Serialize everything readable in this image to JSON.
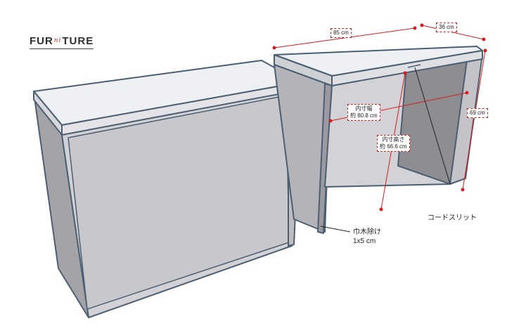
{
  "logo": {
    "part1": "FUR",
    "part2": "ni",
    "part3": "TURE"
  },
  "dimensions": {
    "depth_label": "85 cm",
    "width_label": "36 cm",
    "height_label": "69 cm",
    "inner_width_label_line1": "内寸幅",
    "inner_width_label_line2": "約 80.8 cm",
    "inner_height_label_line1": "内寸高さ",
    "inner_height_label_line2": "約 66.6 cm"
  },
  "annotations": {
    "cord_slit": "コードスリット",
    "baseboard_line1": "巾木除け",
    "baseboard_line2": "1x5 cm"
  },
  "colors": {
    "outline": "#4b5f73",
    "top_face": "#eef0f3",
    "side_light": "#d6d6da",
    "side_dark": "#9b9b9e",
    "dimension_red": "#d21e1e"
  }
}
